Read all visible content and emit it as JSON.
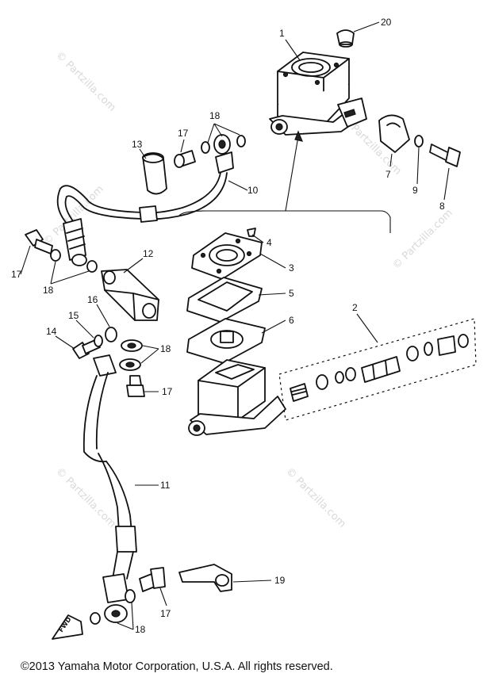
{
  "callouts": {
    "n1": "1",
    "n2": "2",
    "n3": "3",
    "n4": "4",
    "n5": "5",
    "n6": "6",
    "n7": "7",
    "n8": "8",
    "n9": "9",
    "n10": "10",
    "n11": "11",
    "n12": "12",
    "n13": "13",
    "n14": "14",
    "n15": "15",
    "n16": "16",
    "n17a": "17",
    "n17b": "17",
    "n17c": "17",
    "n17d": "17",
    "n18a": "18",
    "n18b": "18",
    "n18c": "18",
    "n18d": "18",
    "n19": "19",
    "n20": "20"
  },
  "arrow_label": "FWD",
  "watermark": "© Partzilla.com",
  "copyright": "©2013  Yamaha Motor Corporation, U.S.A. All rights reserved."
}
